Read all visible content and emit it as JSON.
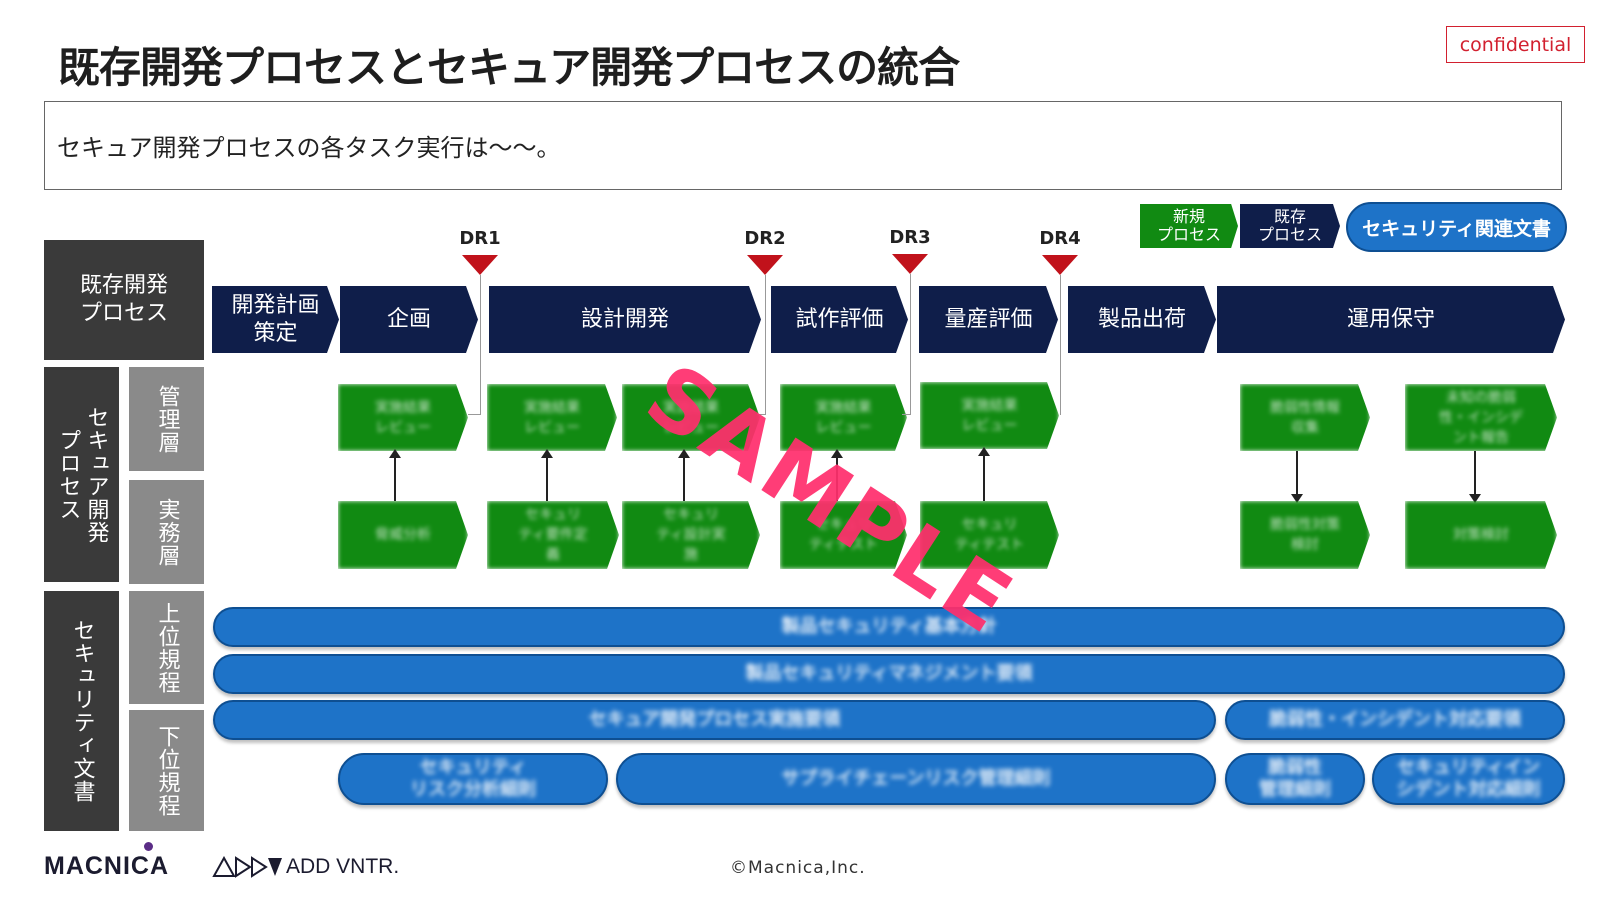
{
  "title": "既存開発プロセスとセキュア開発プロセスの統合",
  "confidential": "confidential",
  "description": "セキュア開発プロセスの各タスク実行は〜〜。",
  "legend": {
    "new_process": "新規\nプロセス",
    "existing_process": "既存\nプロセス",
    "security_docs": "セキュリティ関連文書",
    "colors": {
      "new": "#118a12",
      "existing": "#0f1e4a",
      "docs": "#1e73c8"
    }
  },
  "design_reviews": [
    "DR1",
    "DR2",
    "DR3",
    "DR4"
  ],
  "row_labels": {
    "existing": "既存開発\nプロセス",
    "secure": "セキュア開発\nプロセス",
    "management": "管理層",
    "practice": "実務層",
    "security_docs": "セキュリティ文書",
    "upper": "上位規程",
    "lower": "下位規程"
  },
  "process_steps": [
    "開発計画\n策定",
    "企画",
    "設計開発",
    "試作評価",
    "量産評価",
    "製品出荷",
    "運用保守"
  ],
  "management_tasks": [
    "実施結果\nレビュー",
    "実施結果\nレビュー",
    "実施結果\nレビュー",
    "実施結果\nレビュー",
    "実施結果\nレビュー",
    "脆弱性情報\n収集",
    "未知の脆弱\n性・インシデ\nント報告"
  ],
  "practice_tasks": [
    "脅威分析",
    "セキュリ\nティ要件定\n義",
    "セキュリ\nティ設計実\n施",
    "セキュリ\nティテスト",
    "セキュリ\nティテスト",
    "脆弱性対策\n検討",
    "対策検討"
  ],
  "docs": {
    "upper": [
      "製品セキュリティ基本方針",
      "製品セキュリティマネジメント要領"
    ],
    "row3": [
      "セキュア開発プロセス実施要領",
      "脆弱性・インシデント対応要領"
    ],
    "lower": [
      "セキュリティ\nリスク分析細則",
      "サプライチェーンリスク管理細則",
      "脆弱性\n管理細則",
      "セキュリティイン\nシデント対応細則"
    ]
  },
  "watermark": "SAMPLE",
  "footer": {
    "logo": "MACNICA",
    "brand": "ADD VNTR.",
    "copyright": "©Macnica,Inc."
  }
}
